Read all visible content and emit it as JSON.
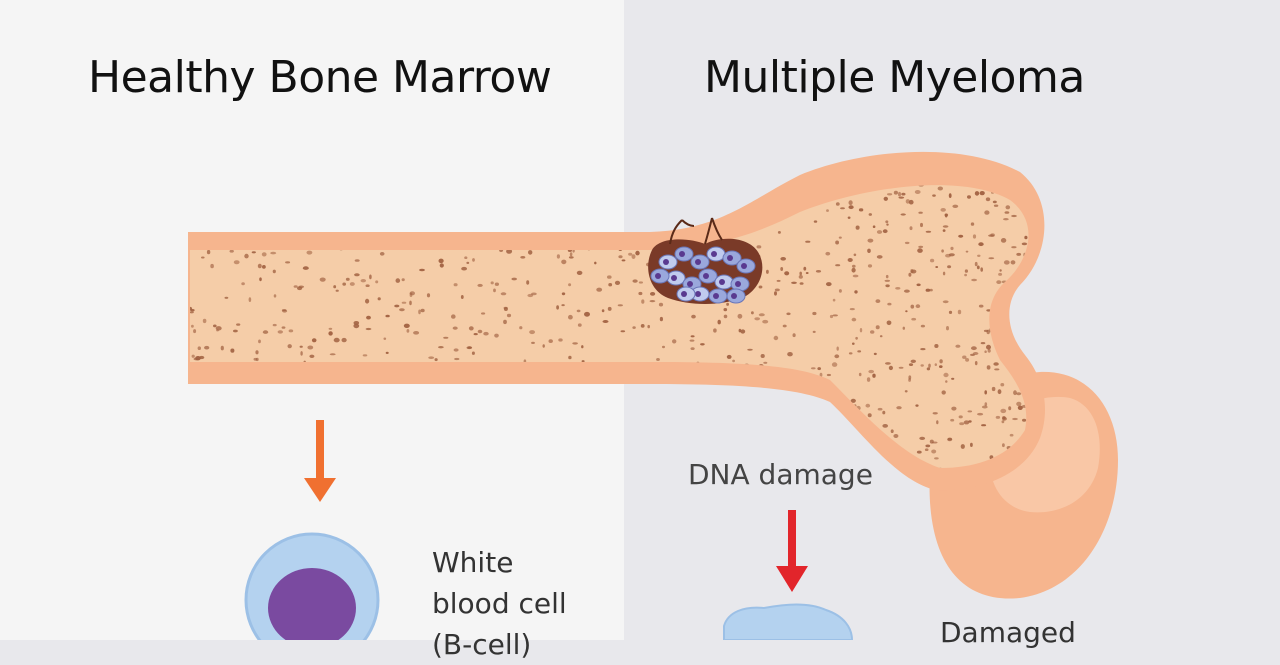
{
  "panels": {
    "left": {
      "title": "Healthy Bone Marrow"
    },
    "right": {
      "title": "Multiple Myeloma"
    }
  },
  "labels": {
    "white_blood_cell_line1": "White",
    "white_blood_cell_line2": "blood cell",
    "white_blood_cell_line3": "(B-cell)",
    "dna_damage": "DNA damage",
    "damaged": "Damaged"
  },
  "colors": {
    "bone_outer": "#f6b58e",
    "bone_inner": "#f5cda8",
    "marrow_dots": "#a06040",
    "healthy_arrow": "#f07030",
    "damage_arrow": "#e2252b",
    "cell_outer": "#b4d2ef",
    "cell_nucleus": "#7a4aa0",
    "tumor_cells": "#9aa8dc",
    "panel_left_bg": "#f5f5f5",
    "panel_right_bg": "#e8e8ec"
  },
  "icons": {
    "healthy_arrow": "arrow-down-icon",
    "damage_arrow": "arrow-down-icon"
  }
}
